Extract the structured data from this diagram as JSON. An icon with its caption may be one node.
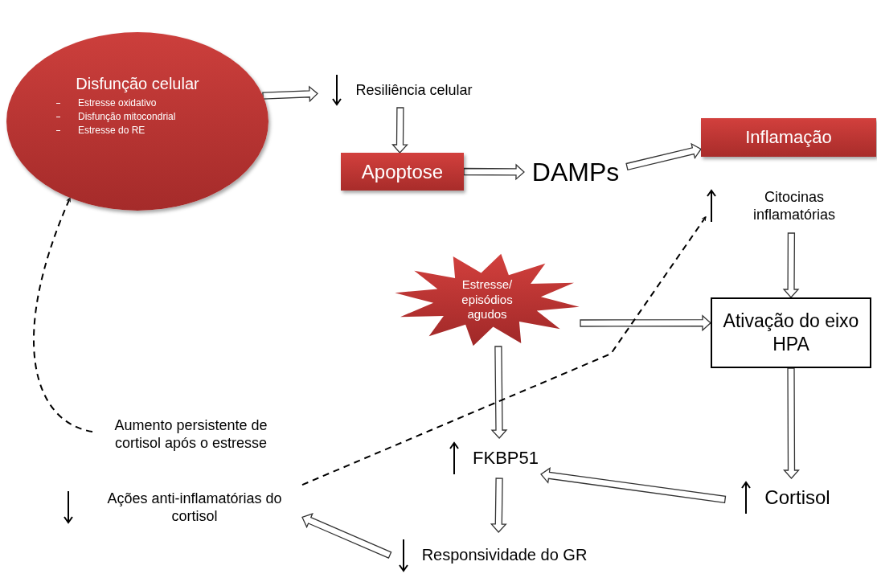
{
  "diagram": {
    "nodes": [
      {
        "text": [
          "Disfunção celular",
          "Estresse oxidativo",
          "Disfunção mitocondrial",
          "Estresse do RE"
        ]
      },
      {
        "text": [
          "Resiliência celular"
        ]
      },
      {
        "text": [
          "Apoptose"
        ]
      },
      {
        "text": [
          "DAMPs"
        ]
      },
      {
        "text": [
          "Inflamação"
        ]
      },
      {
        "text": [
          "Citocinas inflamatórias"
        ]
      },
      {
        "text": [
          "Estresse/ episódios agudos"
        ]
      },
      {
        "text": [
          "Ativação do eixo HPA"
        ]
      },
      {
        "text": [
          "Cortisol"
        ]
      },
      {
        "text": [
          "FKBP51"
        ]
      },
      {
        "text": [
          "Responsividade do GR"
        ]
      },
      {
        "text": [
          "Ações anti-inflamatórias do cortisol"
        ]
      },
      {
        "text": [
          "Aumento persistente de cortisol após o estresse"
        ]
      }
    ],
    "edges": [
      {
        "from": 0,
        "to": 1,
        "arrow": "to"
      },
      {
        "from": 1,
        "to": 2,
        "arrow": "to"
      },
      {
        "from": 2,
        "to": 3,
        "arrow": "to"
      },
      {
        "from": 3,
        "to": 4,
        "arrow": "to"
      },
      {
        "from": 5,
        "to": 7,
        "arrow": "to"
      },
      {
        "from": 6,
        "to": 7,
        "arrow": "to"
      },
      {
        "from": 7,
        "to": 8,
        "arrow": "to"
      },
      {
        "from": 8,
        "to": 9,
        "arrow": "to"
      },
      {
        "from": 6,
        "to": 9,
        "arrow": "to"
      },
      {
        "from": 9,
        "to": 10,
        "arrow": "to"
      },
      {
        "from": 10,
        "to": 11,
        "arrow": "to"
      },
      {
        "from": 11,
        "to": 5,
        "arrow": "to",
        "style": "dashed"
      },
      {
        "from": 12,
        "to": 0,
        "arrow": "to",
        "style": "dashed"
      }
    ]
  }
}
